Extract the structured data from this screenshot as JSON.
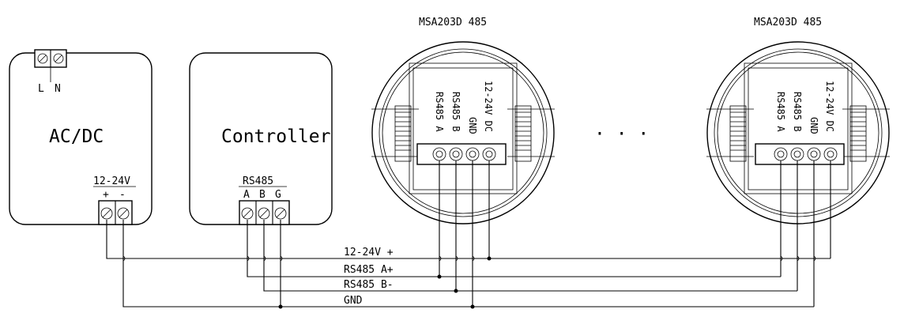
{
  "acdc": {
    "title": "AC/DC",
    "input_l": "L",
    "input_n": "N",
    "output_label": "12-24V",
    "plus": "+",
    "minus": "-"
  },
  "controller": {
    "title": "Controller",
    "bus_label": "RS485",
    "a": "A",
    "b": "B",
    "g": "G"
  },
  "devices": [
    {
      "model": "MSA203D 485",
      "term_rs485a": "RS485  A",
      "term_rs485b": "RS485  B",
      "term_gnd": "GND",
      "term_dc": "12-24V  DC"
    },
    {
      "model": "MSA203D 485",
      "term_rs485a": "RS485  A",
      "term_rs485b": "RS485  B",
      "term_gnd": "GND",
      "term_dc": "12-24V  DC"
    }
  ],
  "ellipsis": "·  ·  ·",
  "bus": {
    "power": "12-24V  +",
    "a": "RS485  A+",
    "b": "RS485  B-",
    "gnd": "GND"
  }
}
